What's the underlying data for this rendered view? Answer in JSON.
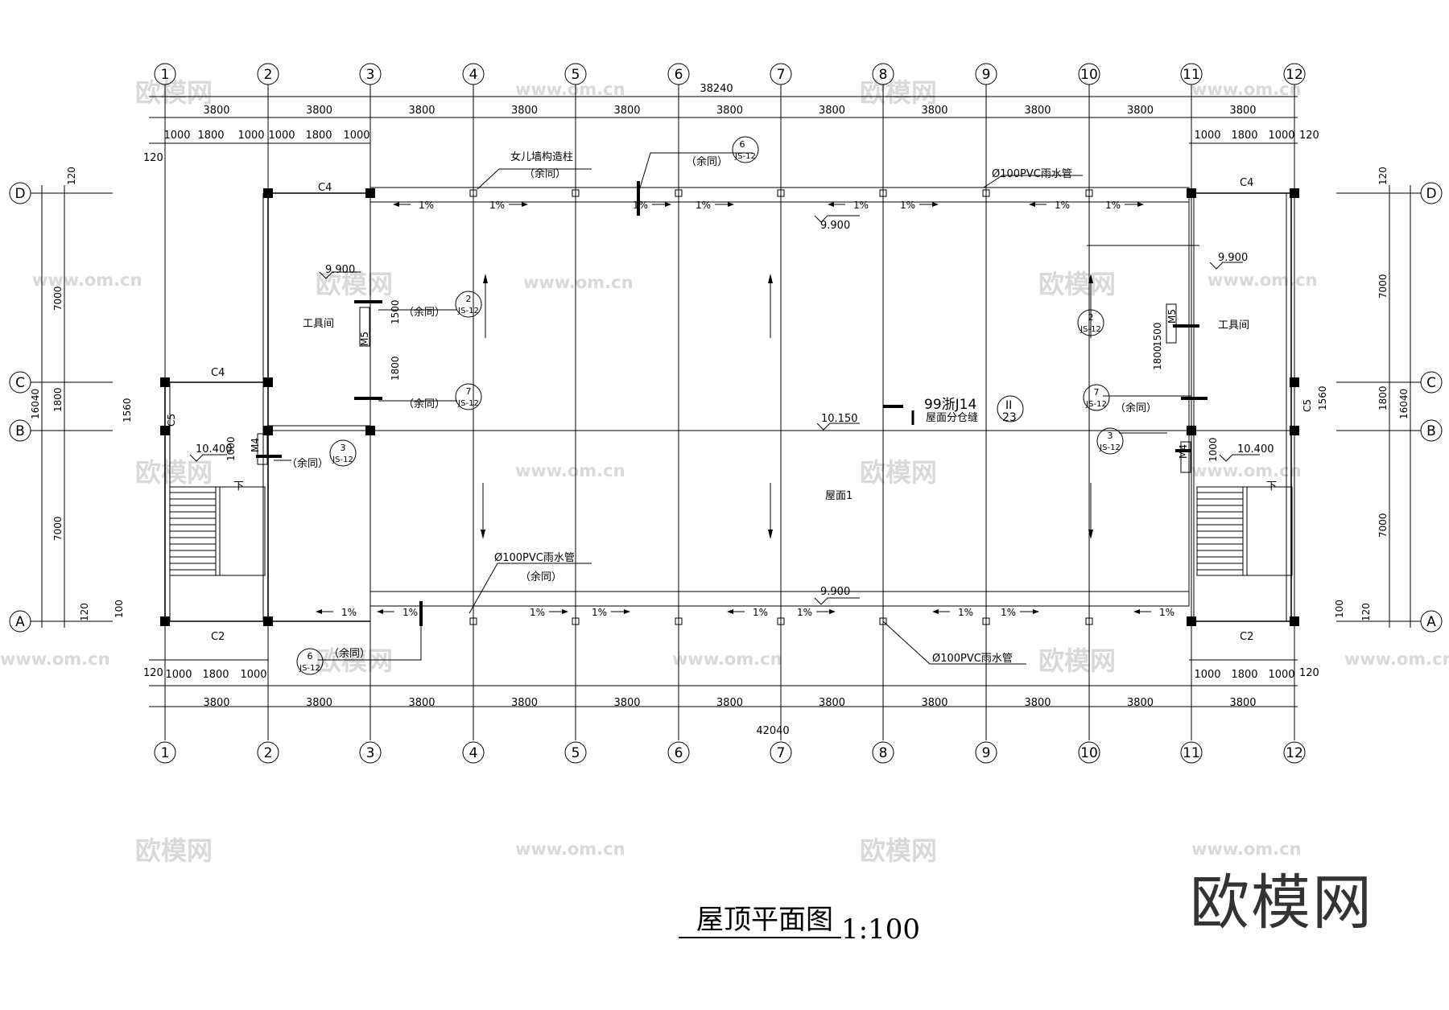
{
  "drawing": {
    "title": "屋顶平面图",
    "scale": "1:100",
    "brand_mark": "欧模网",
    "watermark_site": "www.om.cn",
    "watermark_logo": "欧模网"
  },
  "axes": {
    "columns": [
      "1",
      "2",
      "3",
      "4",
      "5",
      "6",
      "7",
      "8",
      "9",
      "10",
      "11",
      "12"
    ],
    "rows": [
      "D",
      "C",
      "B",
      "A"
    ]
  },
  "dimensions": {
    "top_total": "38240",
    "bottom_total": "42040",
    "bay": "3800",
    "top_left_sub": [
      "1000",
      "1800",
      "1000",
      "1000",
      "1800",
      "1000"
    ],
    "top_right_sub": [
      "1000",
      "1800",
      "1000"
    ],
    "bottom_left_sub": [
      "1000",
      "1800",
      "1000"
    ],
    "bottom_right_sub": [
      "1000",
      "1800",
      "1000"
    ],
    "top_right_offset": "120",
    "top_left_offset": "120",
    "bottom_left_offset": "120",
    "bottom_right_offset": "120",
    "side_top_offset": "120",
    "side_bottom_offset": "120",
    "side_bottom_offset2": "100",
    "side_bays": [
      "7000",
      "1800",
      "7000"
    ],
    "side_total": "16040",
    "c5_height": "1560"
  },
  "labels": {
    "window_c4": "C4",
    "window_c2": "C2",
    "window_c5": "C5",
    "door_m4": "M4",
    "door_m5": "M5",
    "tool_room": "工具间",
    "roof": "屋面1",
    "slope": "1%",
    "parapet_col": "女儿墙构造柱",
    "same": "（余同）",
    "pvc_pipe": "Ø100PVC雨水管",
    "expansion_joint": "屋面分仓缝",
    "ref_code": "99浙J14",
    "ref_roman": "II",
    "ref_sheet": "23",
    "stair_down": "下",
    "dim_1500": "1500",
    "dim_1800": "1800",
    "dim_1000": "1000"
  },
  "elevations": {
    "top_gutter": "9.900",
    "bottom_gutter": "9.900",
    "left_tool": "9.900",
    "right_tool": "9.900",
    "roof_mid": "10.150",
    "left_stair": "10.400",
    "right_stair": "10.400"
  },
  "detail_refs": {
    "r6_num": "6",
    "r6_sheet": "JS-12",
    "r2_num": "2",
    "r2_sheet": "JS-12",
    "r7_num": "7",
    "r7_sheet": "JS-12",
    "r3_num": "3",
    "r3_sheet": "JS-12"
  }
}
